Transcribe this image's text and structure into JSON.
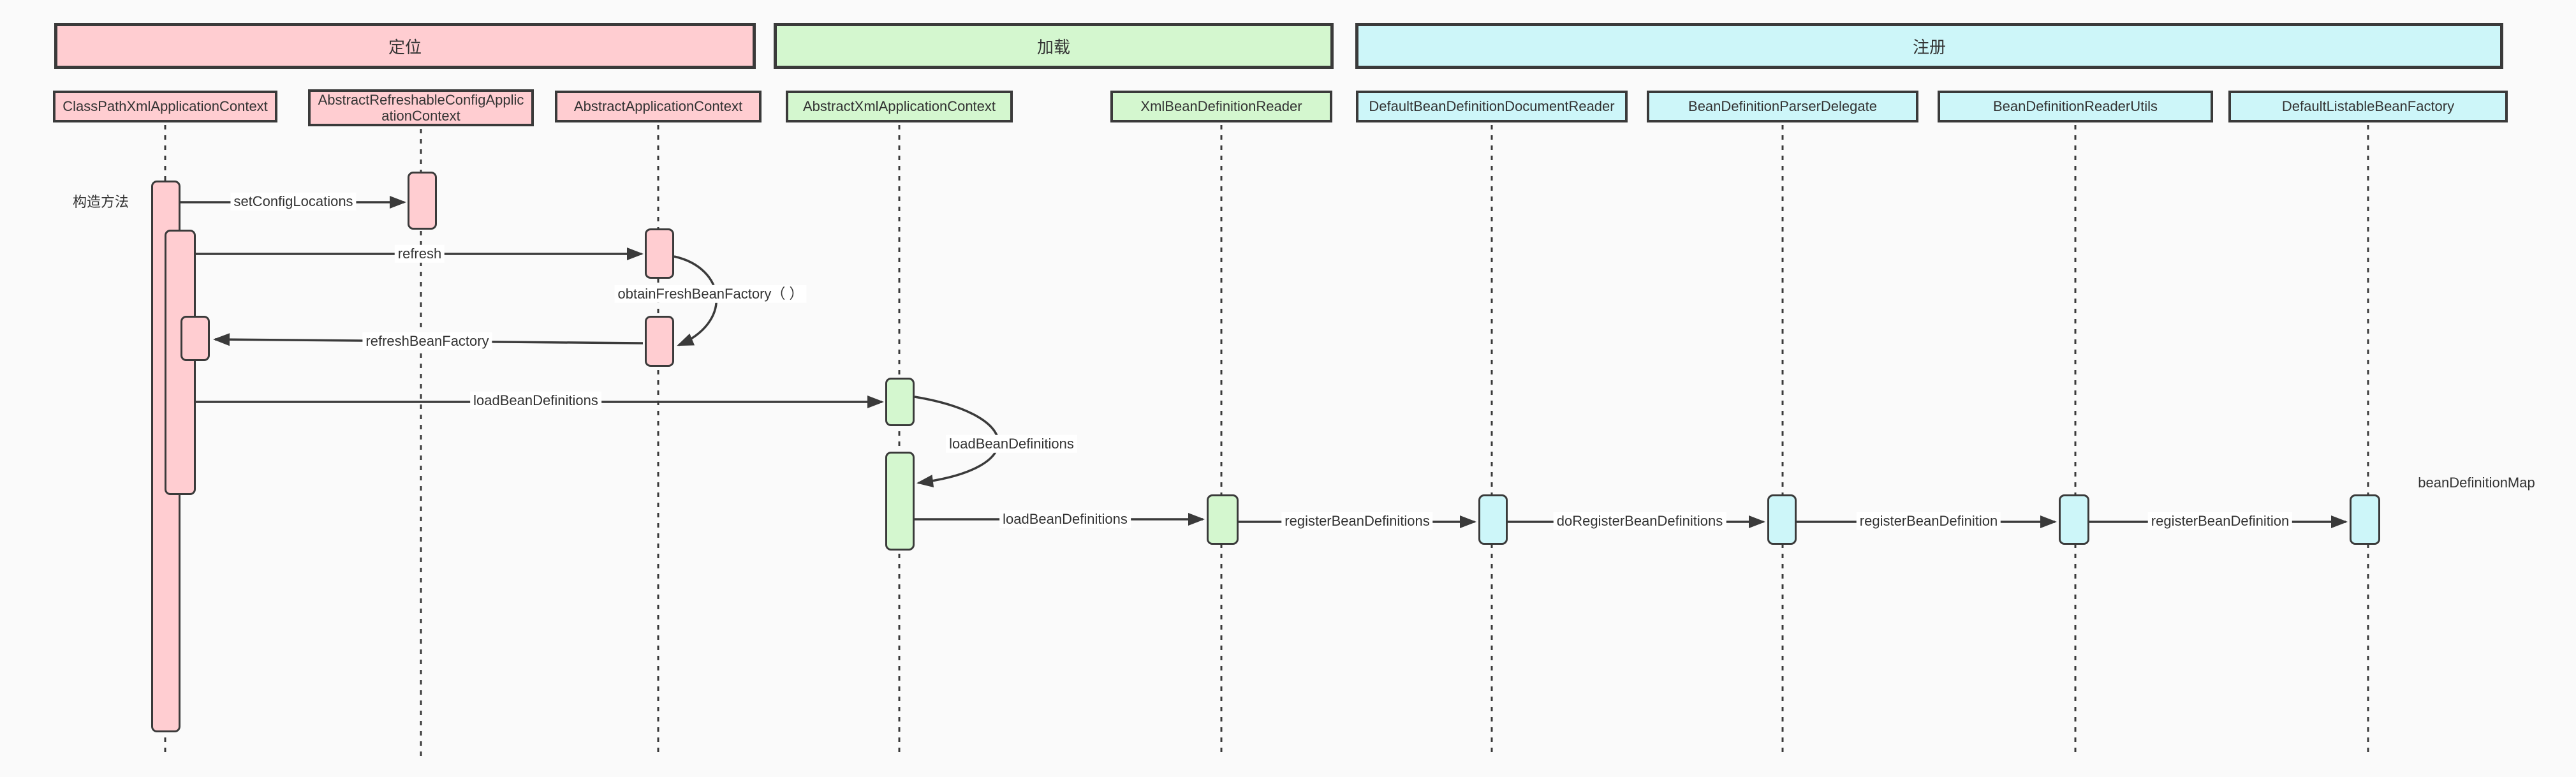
{
  "diagram": {
    "phases": [
      {
        "label": "定位",
        "fill": "#ffcdd1"
      },
      {
        "label": "加载",
        "fill": "#d4f7cf"
      },
      {
        "label": "注册",
        "fill": "#cdf6f9"
      }
    ],
    "lifelines": [
      {
        "name": "ClassPathXmlApplicationContext",
        "phase": "定位"
      },
      {
        "name": "AbstractRefreshableConfigApplicationContext",
        "phase": "定位"
      },
      {
        "name": "AbstractApplicationContext",
        "phase": "定位"
      },
      {
        "name": "AbstractXmlApplicationContext",
        "phase": "加载"
      },
      {
        "name": "XmlBeanDefinitionReader",
        "phase": "加载"
      },
      {
        "name": "DefaultBeanDefinitionDocumentReader",
        "phase": "注册"
      },
      {
        "name": "BeanDefinitionParserDelegate",
        "phase": "注册"
      },
      {
        "name": "BeanDefinitionReaderUtils",
        "phase": "注册"
      },
      {
        "name": "DefaultListableBeanFactory",
        "phase": "注册"
      }
    ],
    "messages": [
      {
        "label": "setConfigLocations"
      },
      {
        "label": "refresh"
      },
      {
        "label": "obtainFreshBeanFactory（ ）"
      },
      {
        "label": "refreshBeanFactory"
      },
      {
        "label": "loadBeanDefinitions"
      },
      {
        "label": "loadBeanDefinitions"
      },
      {
        "label": "loadBeanDefinitions"
      },
      {
        "label": "registerBeanDefinitions"
      },
      {
        "label": "doRegisterBeanDefinitions"
      },
      {
        "label": "registerBeanDefinition"
      },
      {
        "label": "registerBeanDefinition"
      }
    ],
    "annotations": {
      "constructor_label": "构造方法",
      "map_label": "beanDefinitionMap"
    },
    "colors": {
      "pink": "#ffcdd1",
      "green": "#d4f7cf",
      "cyan": "#cdf6f9",
      "line": "#3a3a3a",
      "background": "#fafafa",
      "message_label_background": "#ffffff",
      "text": "#333333"
    }
  }
}
